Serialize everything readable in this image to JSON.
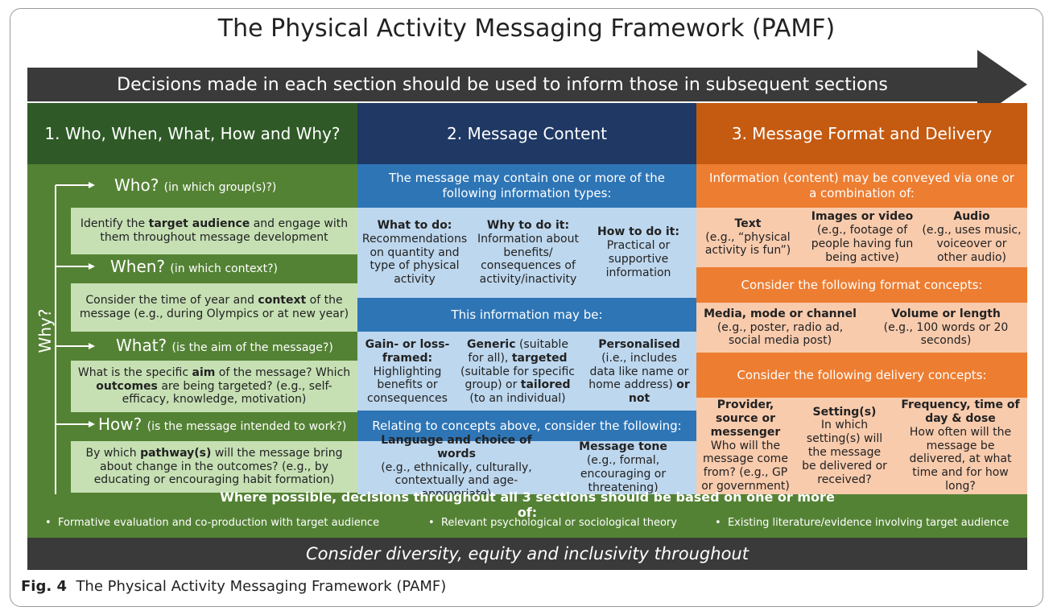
{
  "title": "The Physical Activity Messaging Framework (PAMF)",
  "arrow_banner": "Decisions made in each section should be used to inform those in subsequent sections",
  "columns": {
    "col1_title": "1. Who, When, What, How and Why?",
    "col2_title": "2. Message Content",
    "col3_title": "3. Message Format and Delivery"
  },
  "col1": {
    "why_label": "Why?",
    "who_q": "Who?",
    "who_sub": "(in which group(s)?)",
    "who_desc_pre": "Identify the ",
    "who_desc_bold": "target audience",
    "who_desc_post": " and engage with them throughout message development",
    "when_q": "When?",
    "when_sub": "(in which context?)",
    "when_desc_pre": "Consider the time of year and ",
    "when_desc_bold": "context",
    "when_desc_post": " of the message (e.g., during Olympics or at new year)",
    "what_q": "What?",
    "what_sub": "(is the aim of the message?)",
    "what_desc_a": "What is the specific ",
    "what_desc_b": "aim",
    "what_desc_c": " of the message? Which ",
    "what_desc_d": "outcomes",
    "what_desc_e": " are being targeted? (e.g., self-efficacy, knowledge, motivation)",
    "how_q": "How?",
    "how_sub": "(is the message intended to work?)",
    "how_desc_a": "By which ",
    "how_desc_b": "pathway(s)",
    "how_desc_c": " will the message bring about change in the outcomes? (e.g., by educating or encouraging habit formation)"
  },
  "col2": {
    "info_header": "The message may contain one or more of the following information types:",
    "what_title": "What to do:",
    "what_body": "Recommendations on quantity and type of physical activity",
    "why_title": "Why to do it:",
    "why_body": "Information about benefits/ consequences of activity/inactivity",
    "how_title": "How to do it:",
    "how_body": "Practical or supportive information",
    "may_be_header": "This information may be:",
    "gain_title": "Gain- or loss-framed:",
    "gain_body": "Highlighting benefits or consequences",
    "generic_title": "Generic",
    "generic_a": " (suitable for all), ",
    "targeted_title": "targeted",
    "generic_b": " (suitable for specific group) or ",
    "tailored_title": "tailored",
    "generic_c": " (to an individual)",
    "personalised_title": "Personalised",
    "personalised_body": " (i.e., includes data like name or home address) ",
    "or_not": "or not",
    "relating_header": "Relating to concepts above, consider the following:",
    "language_title": "Language and choice of words",
    "language_body": "(e.g., ethnically, culturally, contextually and age-appropriate)",
    "tone_title": "Message tone",
    "tone_body": "(e.g., formal, encouraging or threatening)"
  },
  "col3": {
    "info_header": "Information (content) may be conveyed via one or a combination of:",
    "text_title": "Text",
    "text_body": "(e.g., “physical activity is fun”)",
    "images_title": "Images or video",
    "images_body": "(e.g., footage of people having fun being active)",
    "audio_title": "Audio",
    "audio_body": "(e.g., uses music, voiceover or other audio)",
    "format_header": "Consider the following format concepts:",
    "media_title": "Media, mode or channel",
    "media_body": "(e.g., poster, radio ad, social media post)",
    "volume_title": "Volume or length",
    "volume_body": "(e.g., 100 words or 20 seconds)",
    "delivery_header": "Consider the following delivery concepts:",
    "provider_title": "Provider, source or messenger",
    "provider_body": "Who will the message come from? (e.g., GP or government)",
    "setting_title": "Setting(s)",
    "setting_body": "In which setting(s) will the message be delivered or received?",
    "frequency_title": "Frequency, time of day & dose",
    "frequency_body": "How often will the message be delivered, at what time and for how long?"
  },
  "bottom": {
    "header": "Where possible, decisions throughout all 3 sections should be based on one or more of:",
    "bullet1": "Formative evaluation and co-production with target audience",
    "bullet2": "Relevant psychological or sociological theory",
    "bullet3": "Existing literature/evidence involving target audience",
    "footer": "Consider diversity, equity and inclusivity throughout"
  },
  "caption": {
    "label": "Fig. 4",
    "text": "The Physical Activity Messaging Framework (PAMF)"
  },
  "colors": {
    "green_dark": "#2f5a27",
    "green_mid": "#548235",
    "green_light": "#c6e0b4",
    "blue_dark": "#1f3864",
    "blue_mid": "#2e75b6",
    "blue_light": "#bdd7ee",
    "orange_dark": "#c55a11",
    "orange_mid": "#ed7d31",
    "orange_light": "#f8cbad",
    "banner": "#3a3a3a"
  }
}
